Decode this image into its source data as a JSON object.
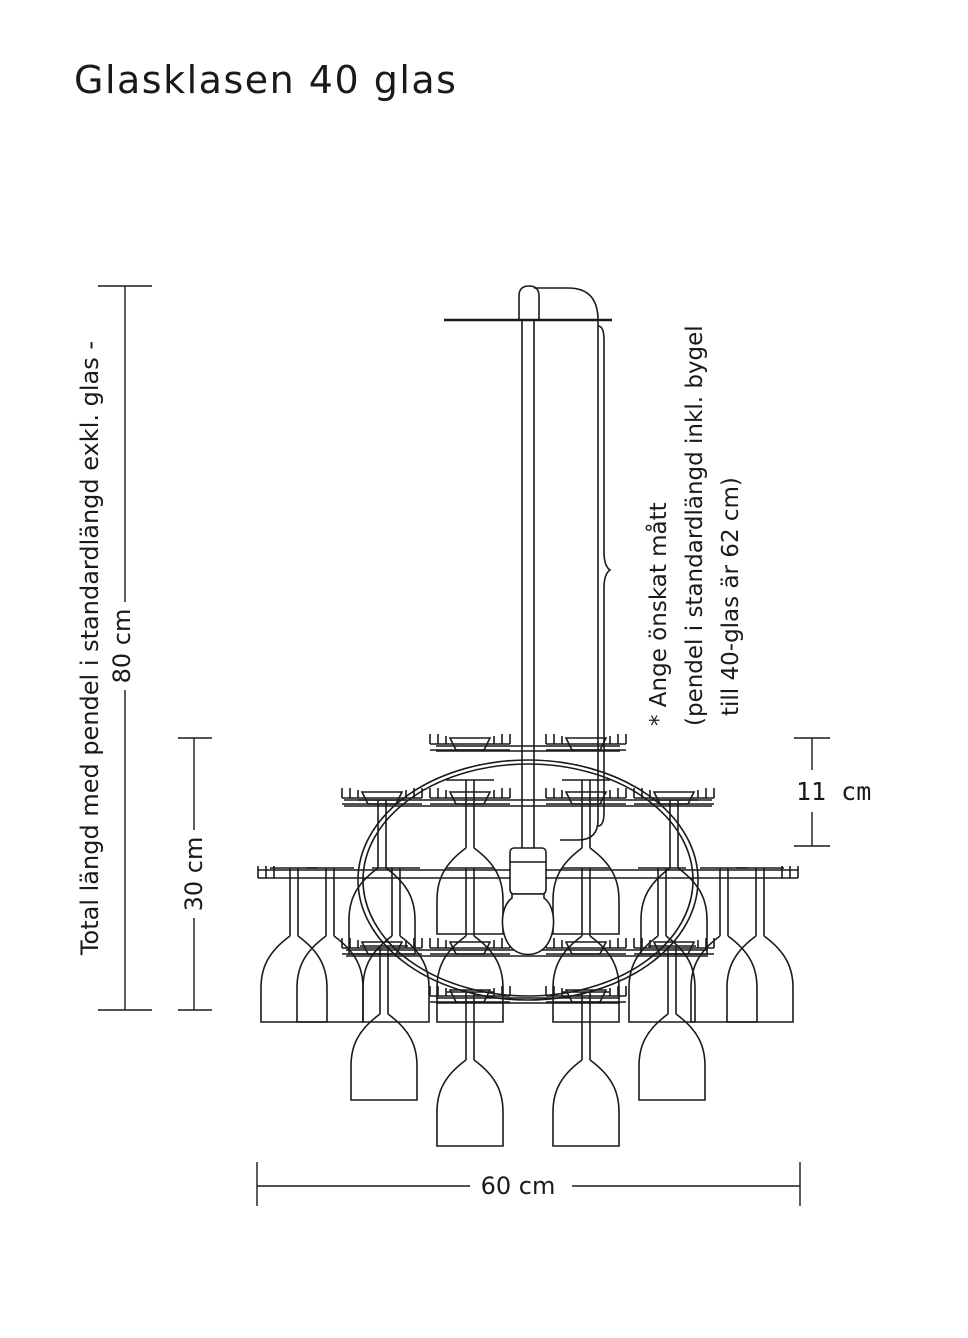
{
  "title": "Glasklasen 40 glas",
  "dimensions": {
    "total_length_label": "Total längd med pendel i standardlängd exkl. glas -",
    "total_length_value": "80 cm",
    "body_height": "30 cm",
    "tier_spacing": "11 cm",
    "width": "60 cm"
  },
  "note": {
    "line1": "* Ange önskat mått",
    "line2": "(pendel i standardlängd inkl. bygel",
    "line3": "till 40-glas är 62 cm)"
  },
  "line_color": "#1a1a1a"
}
